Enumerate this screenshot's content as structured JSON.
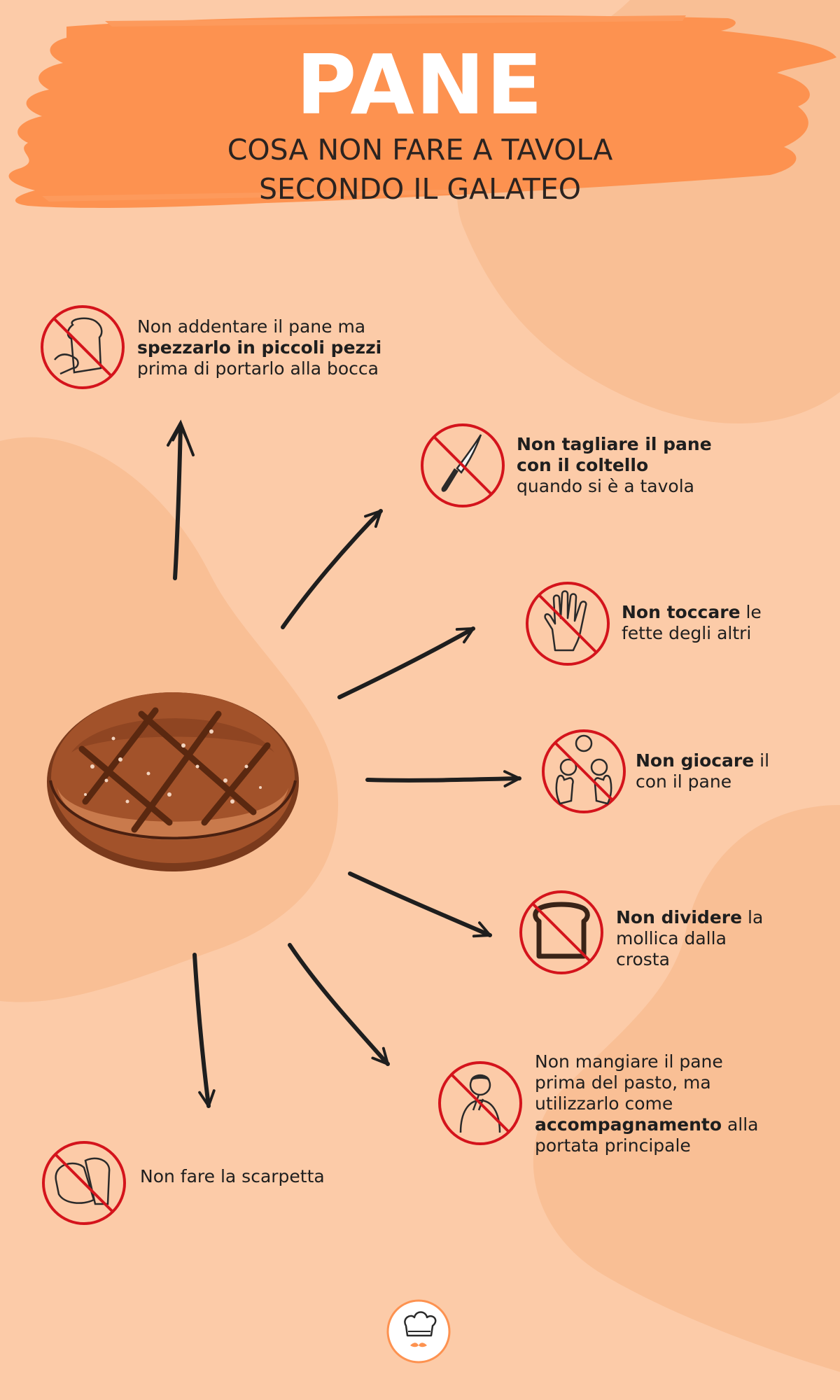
{
  "header": {
    "title": "PANE",
    "subtitle_line1": "COSA NON FARE A TAVOLA",
    "subtitle_line2": "SECONDO IL GALATEO"
  },
  "tips": [
    {
      "icon": "no-bite-bread-icon",
      "parts": [
        {
          "text": "Non addentare il pane ma",
          "bold": false
        },
        {
          "text": "spezzarlo in piccoli pezzi",
          "bold": true
        },
        {
          "text": "prima di portarlo alla bocca",
          "bold": false
        }
      ]
    },
    {
      "icon": "no-knife-icon",
      "parts": [
        {
          "text": "Non tagliare il pane",
          "bold": true
        },
        {
          "text": "con il coltello",
          "bold": true
        },
        {
          "text": "quando si è a tavola",
          "bold": false
        }
      ]
    },
    {
      "icon": "no-touch-hand-icon",
      "parts": [
        {
          "text": "Non toccare",
          "bold": true
        },
        {
          "text": " le",
          "bold": false
        },
        {
          "text": "fette degli altri",
          "bold": false
        }
      ]
    },
    {
      "icon": "no-juggling-icon",
      "parts": [
        {
          "text": "Non giocare",
          "bold": true
        },
        {
          "text": " il",
          "bold": false
        },
        {
          "text": "con il pane",
          "bold": false
        }
      ]
    },
    {
      "icon": "no-split-slice-icon",
      "parts": [
        {
          "text": "Non dividere",
          "bold": true
        },
        {
          "text": " la",
          "bold": false
        },
        {
          "text": "mollica dalla",
          "bold": false
        },
        {
          "text": "crosta",
          "bold": false
        }
      ]
    },
    {
      "icon": "no-eating-before-meal-icon",
      "parts": [
        {
          "text": "Non mangiare il pane",
          "bold": false
        },
        {
          "text": "prima del pasto, ma",
          "bold": false
        },
        {
          "text": "utilizzarlo come",
          "bold": false
        },
        {
          "text": "accompagnamento",
          "bold": true
        },
        {
          "text": " alla",
          "bold": false
        },
        {
          "text": "portata principale",
          "bold": false
        }
      ]
    },
    {
      "icon": "no-scarpetta-icon",
      "parts": [
        {
          "text": "Non fare la scarpetta",
          "bold": false
        }
      ]
    }
  ],
  "colors": {
    "background": "#fccba8",
    "blob": "#f9bf95",
    "banner": "#fd9250",
    "prohibition_red": "#d4141c",
    "ink": "#1e1e1e",
    "bread": "#a2522a"
  }
}
